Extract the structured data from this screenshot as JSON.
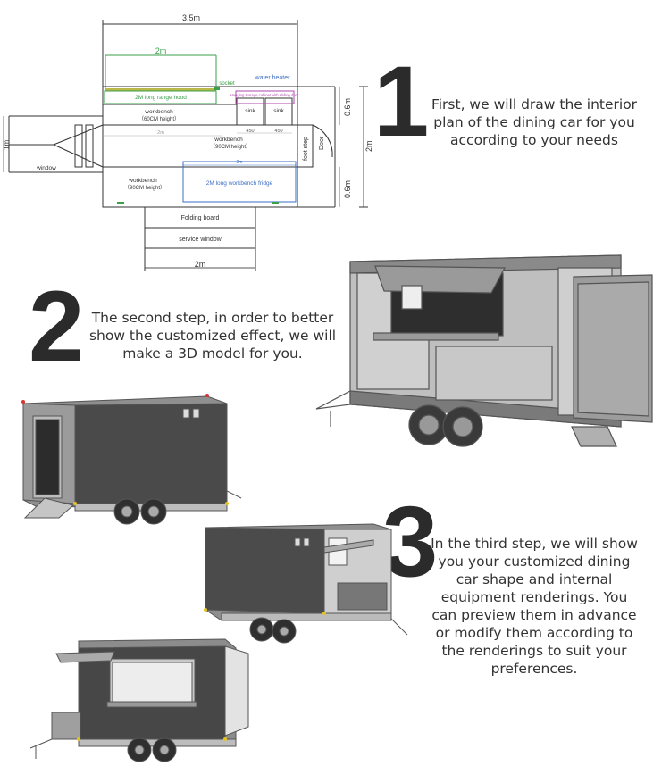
{
  "plan": {
    "dim_total_length": "3.5m",
    "dim_inner_length": "2m",
    "dim_window_side": "1m",
    "dim_height": "2m",
    "dim_depth_top": "0.6m",
    "dim_depth_bottom": "0.6m",
    "dim_service": "2m",
    "range_hood": "2M long range hood",
    "socket": "socket",
    "water_heater": "water heater",
    "cabinet_note": "Hanging storage cabinet with sliding door",
    "sink1": "sink",
    "sink2": "sink",
    "sink_w1": "450",
    "sink_w2": "450",
    "workbench_top": "workbench",
    "workbench_top_h": "（60CM height）",
    "workbench_mid": "workbench",
    "workbench_mid_h": "（90CM height）",
    "workbench_bottom": "workbench",
    "workbench_bottom_h": "（90CM height）",
    "mid_dim": "2m",
    "fridge": "2M long workbench fridge",
    "fridge_dim": "2m",
    "foot_step": "foot step",
    "door": "Door",
    "window": "window",
    "folding_board": "Folding board",
    "service_window": "service window"
  },
  "steps": [
    {
      "number": "1",
      "text": "First, we will draw the interior plan of the dining car for you according to your needs"
    },
    {
      "number": "2",
      "text": "The second step, in order to better show the customized effect, we will make a 3D model for you."
    },
    {
      "number": "3",
      "text": "In the third step, we will show you your customized dining car shape and internal equipment renderings. You can preview them in advance or modify them according to the renderings to suit your preferences."
    }
  ],
  "colors": {
    "accent_green": "#3aa04a",
    "accent_blue": "#3d6fc4",
    "accent_purple": "#b04ab0",
    "panel_dark": "#4a4a4a"
  }
}
